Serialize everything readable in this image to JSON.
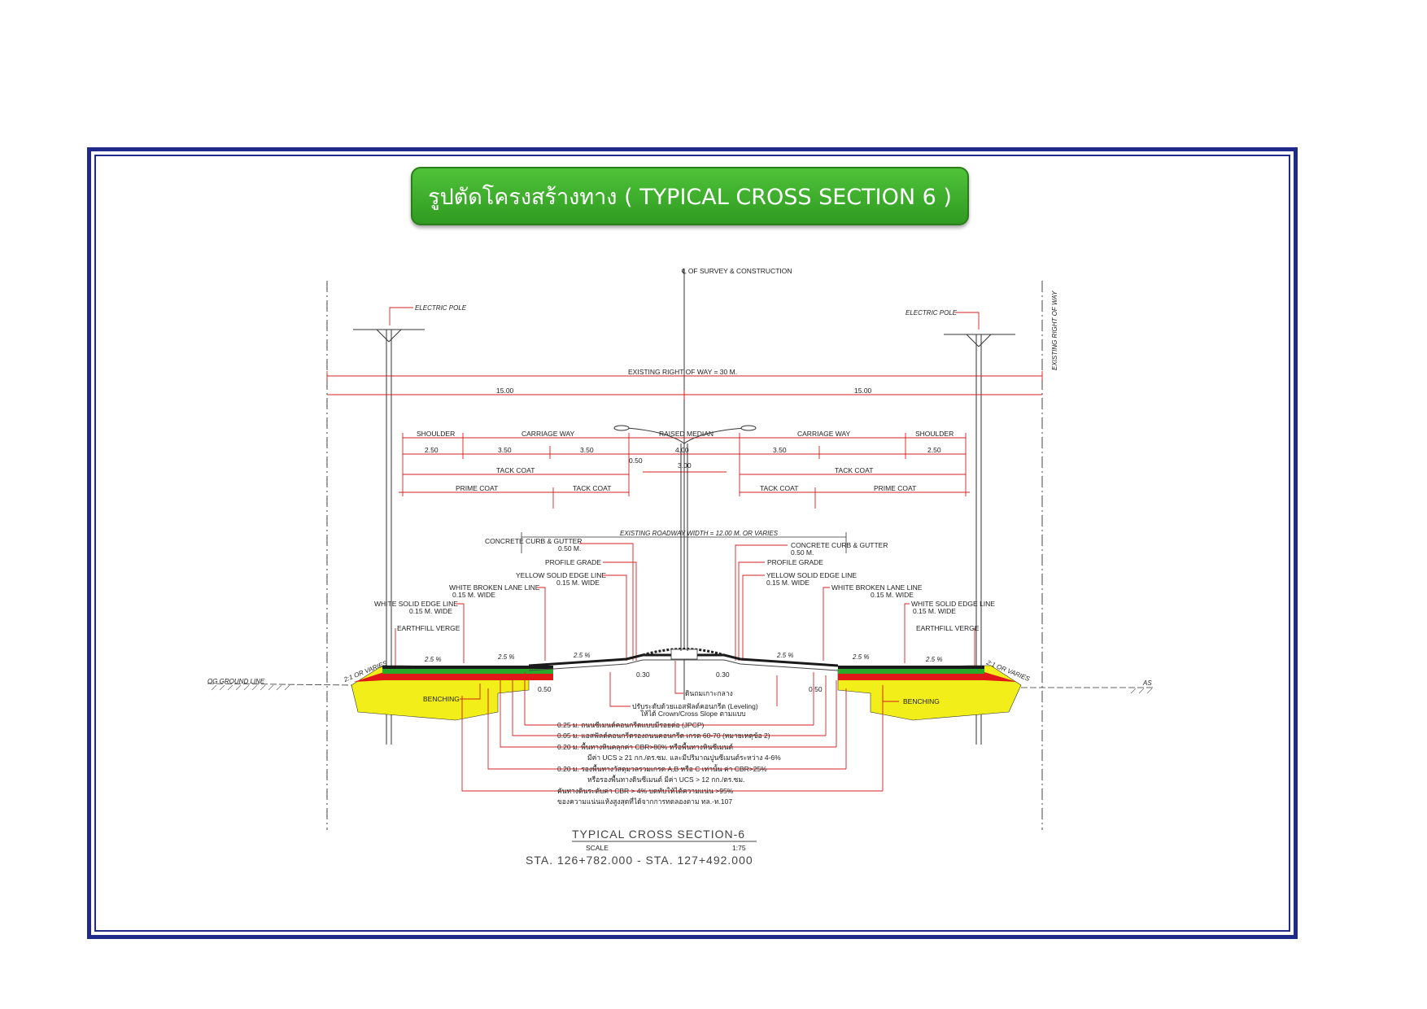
{
  "title": "รูปตัดโครงสร้างทาง ( TYPICAL CROSS SECTION 6 )",
  "labels": {
    "centerline": "℄ OF SURVEY & CONSTRUCTION",
    "electric_pole_left": "ELECTRIC POLE",
    "electric_pole_right": "ELECTRIC POLE",
    "row_vertical": "EXISTING RIGHT OF WAY",
    "existing_row": "EXISTING RIGHT OF WAY = 30 M.",
    "half_left": "15.00",
    "half_right": "15.00",
    "shoulder_left": "SHOULDER",
    "carriage_left": "CARRIAGE WAY",
    "raised_median": "RAISED MEDIAN",
    "carriage_right": "CARRIAGE WAY",
    "shoulder_right": "SHOULDER",
    "dims": [
      "2.50",
      "3.50",
      "3.50",
      "4.00",
      "3.50",
      "2.50"
    ],
    "dim_050": "0.50",
    "dim_300": "3.00",
    "tack_coat_left": "TACK COAT",
    "tack_coat_right": "TACK COAT",
    "prime_coat_left": "PRIME COAT",
    "tack_coat_left2": "TACK COAT",
    "tack_coat_right2": "TACK COAT",
    "prime_coat_right": "PRIME COAT",
    "roadway_width": "EXISTING ROADWAY WIDTH = 12.00 M. OR VARIES",
    "curb_left": "CONCRETE CURB & GUTTER",
    "curb_left_w": "0.50 M.",
    "curb_right": "CONCRETE CURB & GUTTER",
    "curb_right_w": "0.50 M.",
    "profile_left": "PROFILE GRADE",
    "profile_right": "PROFILE GRADE",
    "yellow_left": "YELLOW SOLID EDGE LINE",
    "yellow_left_w": "0.15 M. WIDE",
    "yellow_right": "YELLOW SOLID EDGE LINE",
    "yellow_right_w": "0.15 M. WIDE",
    "wbroken_left": "WHITE BROKEN LANE LINE",
    "wbroken_left_w": "0.15 M. WIDE",
    "wbroken_right": "WHITE BROKEN LANE LINE",
    "wbroken_right_w": "0.15 M. WIDE",
    "wsolid_left": "WHITE SOLID EDGE LINE",
    "wsolid_left_w": "0.15 M. WIDE",
    "wsolid_right": "WHITE SOLID EDGE LINE",
    "wsolid_right_w": "0.15 M. WIDE",
    "verge_left": "EARTHFILL VERGE",
    "verge_right": "EARTHFILL VERGE",
    "slope_left": "2:1 OR VARIES",
    "slope_right": "2:1 OR VARIES",
    "ground_left": "OG GROUND LINE",
    "ground_right": "AS",
    "pct": [
      "2.5 %",
      "2.5 %",
      "2.5 %",
      "2.5 %",
      "2.5 %",
      "2.5 %"
    ],
    "d030_left": "0.30",
    "d030_right": "0.30",
    "d050_left": "0.50",
    "d050_right": "0.50",
    "benching_left": "BENCHING",
    "benching_right": "BENCHING",
    "median_fill": "ดินถมเกาะกลาง",
    "notes": [
      "ปรับระดับด้วยแอสฟัลต์คอนกรีต (Leveling)",
      "ให้ได้ Crown/Cross Slope ตามแบบ",
      "0.25 ม. ถนนซีเมนต์คอนกรีตแบบมีรอยต่อ (JPCP)",
      "0.05 ม. แอสฟัลต์คอนกรีตรองถนนคอนกรีต เกรด 60-70 (หมายเหตุข้อ 2)",
      "0.20 ม. พื้นทางหินคลุกค่า CBR>80% หรือพื้นทางหินซีเมนต์",
      "มีค่า UCS ≥ 21 กก./ตร.ซม. และมีปริมาณปูนซีเมนต์ระหว่าง 4-6%",
      "0.20 ม. รองพื้นทางวัสดุมวลรวมเกรด A,B หรือ C เท่านั้น ค่า CBR>25%",
      "หรือรองพื้นทางดินซีเมนต์ มีค่า UCS > 12 กก./ตร.ซม.",
      "คันทางดินระดับค่า CBR > 4% บดทับให้ได้ความแน่น >95%",
      "ของความแน่นแห้งสูงสุดที่ได้จากการทดลองตาม ทล.-ท.107"
    ],
    "section_title": "TYPICAL CROSS SECTION-6",
    "scale_label": "SCALE",
    "scale_value": "1:75",
    "station": "STA. 126+782.000 - STA. 127+492.000"
  },
  "colors": {
    "frame": "#1f2a8a",
    "title_bg": "#3aaa28",
    "dim_line": "#d42020",
    "asphalt": "#1a1a1a",
    "base_red": "#e01818",
    "subbase_green": "#2aa82a",
    "verge_yellow": "#f2ee1a"
  }
}
